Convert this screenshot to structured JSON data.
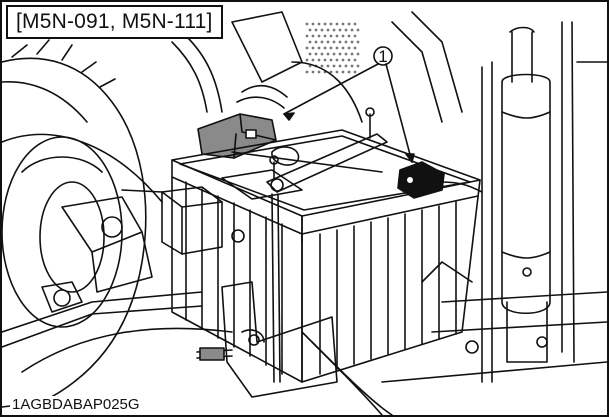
{
  "figure": {
    "model_label": "[M5N-091, M5N-111]",
    "figure_code": "1AGBDABAP025G",
    "callout_number": "1",
    "colors": {
      "line": "#111111",
      "paper": "#ffffff",
      "grey_part": "#8a8a8a"
    }
  }
}
